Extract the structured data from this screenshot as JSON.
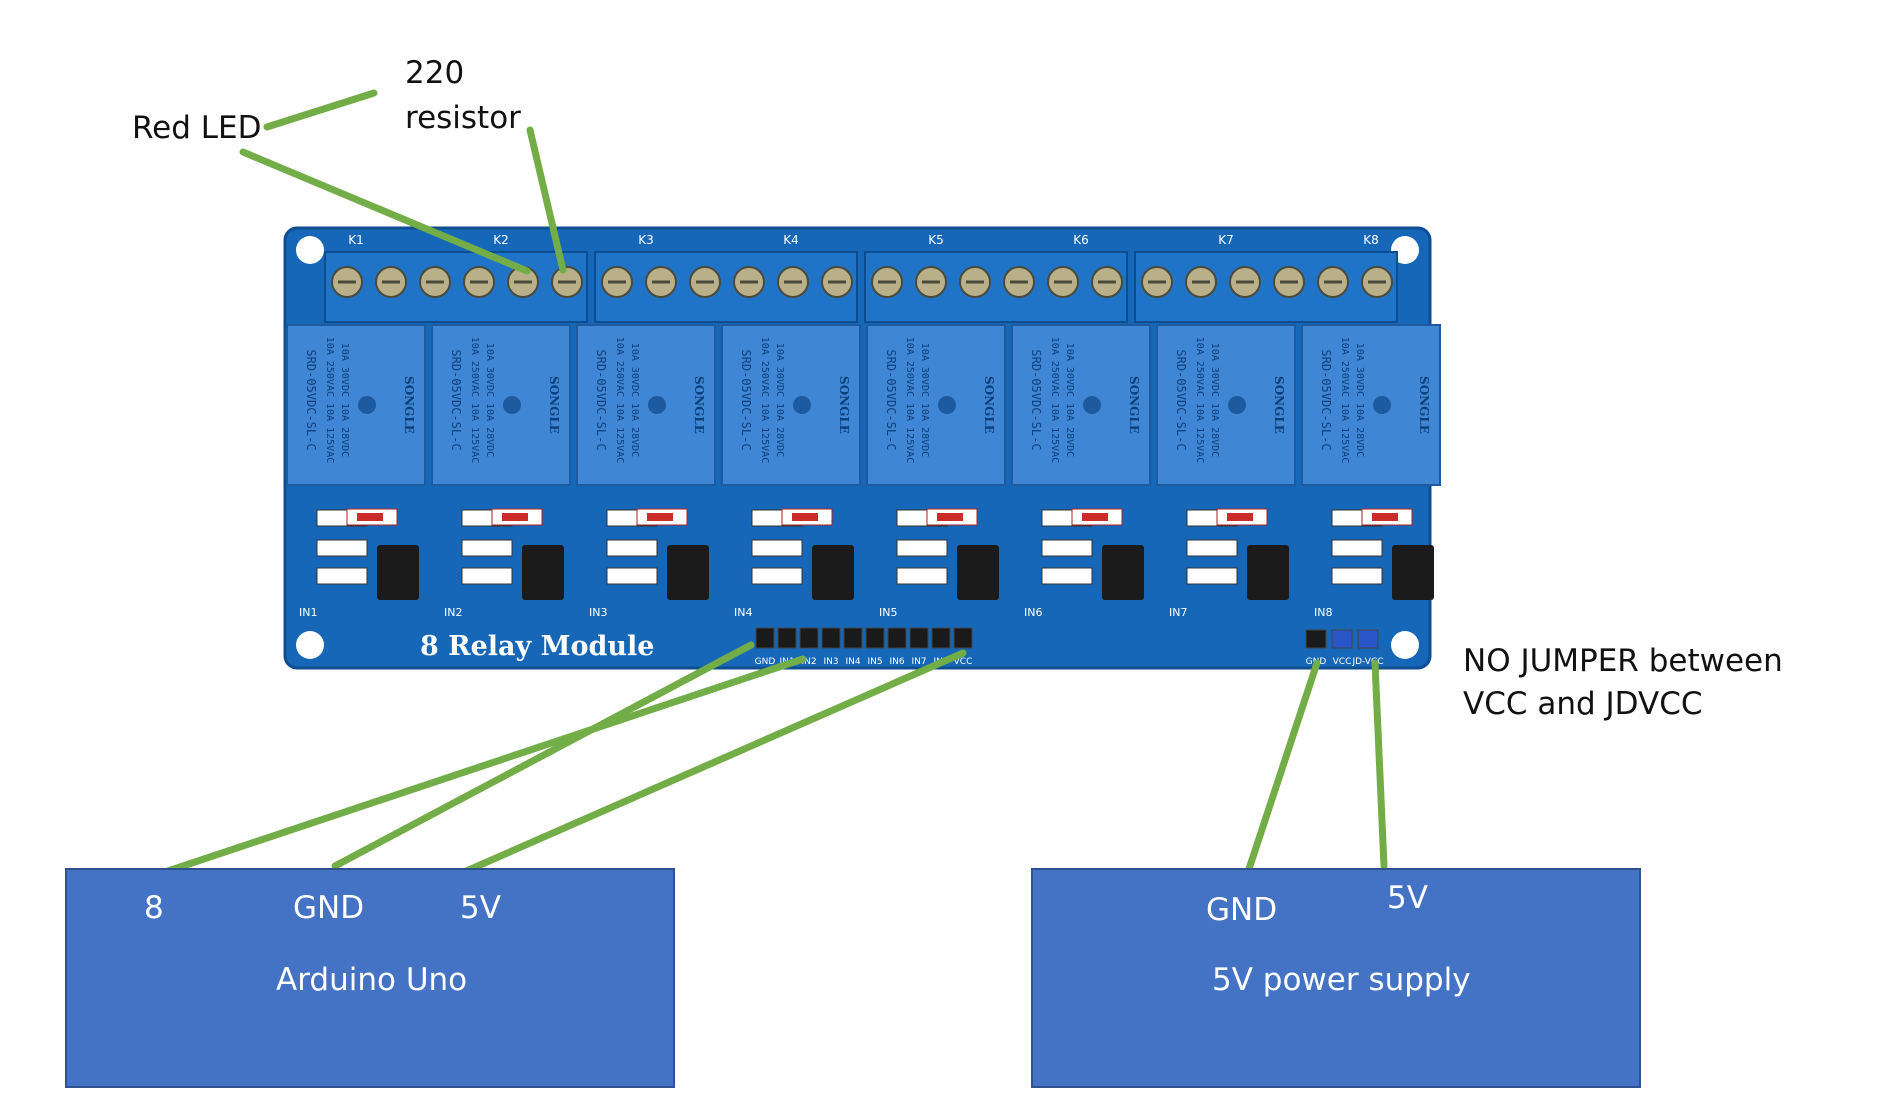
{
  "colors": {
    "wire": "#72ad47",
    "board": "#1667b8",
    "relay": "#3f86d4",
    "terminal": "#1f74c8",
    "box": "#4472c4"
  },
  "annotations": {
    "red_led": "Red LED",
    "resistor_value": "220",
    "resistor_word": "resistor",
    "jumper_note_line1": "NO JUMPER between",
    "jumper_note_line2": "VCC and JDVCC"
  },
  "board": {
    "title": "8 Relay Module",
    "relay_labels": [
      "K1",
      "K2",
      "K3",
      "K4",
      "K5",
      "K6",
      "K7",
      "K8"
    ],
    "relay_text": {
      "line1": "10A 250VAC 10A 125VAC",
      "line2": "10A 30VDC 10A 28VDC",
      "model": "SRD-05VDC-SL-C",
      "brand": "SONGLE"
    },
    "header_pins": [
      "GND",
      "IN1",
      "IN2",
      "IN3",
      "IN4",
      "IN5",
      "IN6",
      "IN7",
      "IN8",
      "VCC"
    ],
    "power_pins": [
      "GND",
      "VCC",
      "JD-VCC"
    ],
    "input_labels": [
      "IN1",
      "IN2",
      "IN3",
      "IN4",
      "IN5",
      "IN6",
      "IN7",
      "IN8"
    ]
  },
  "arduino": {
    "name": "Arduino Uno",
    "pins": [
      "8",
      "GND",
      "5V"
    ]
  },
  "power_supply": {
    "name": "5V power supply",
    "pins": [
      "GND",
      "5V"
    ]
  }
}
